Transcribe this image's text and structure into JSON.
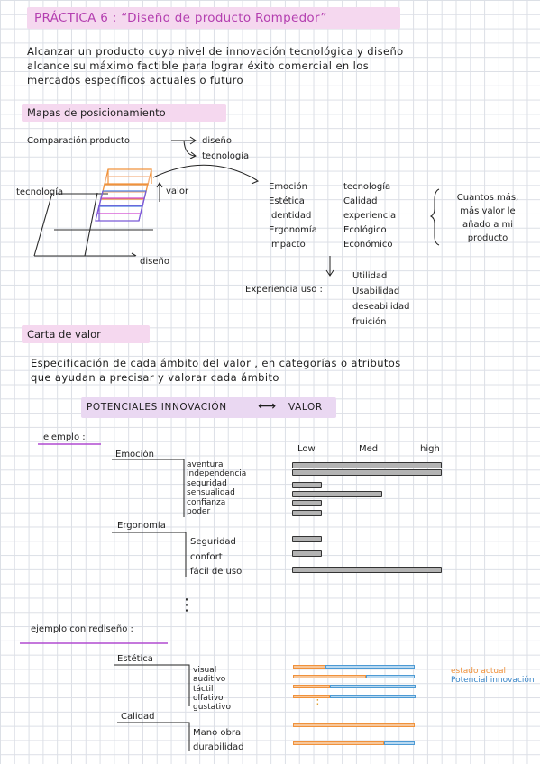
{
  "title": "PRÁCTICA 6 : “Diseño de producto Rompedor”",
  "intro": [
    "Alcanzar un producto cuyo nivel de innovación tecnológica y diseño",
    "alcance su máximo factible para lograr éxito comercial en los",
    "mercados específicos actuales o futuro"
  ],
  "section_maps": "Mapas de posicionamiento",
  "comparison": {
    "label": "Comparación producto",
    "targets": [
      "diseño",
      "tecnología"
    ]
  },
  "axes": {
    "y": "tecnología",
    "valor": "valor",
    "x": "diseño"
  },
  "attributes_left": [
    "Emoción",
    "Estética",
    "Identidad",
    "Ergonomía",
    "Impacto"
  ],
  "attributes_right": [
    "tecnología",
    "Calidad",
    "experiencia",
    "Ecológico",
    "Económico"
  ],
  "note": [
    "Cuantos más,",
    "más valor le",
    "añado a mi",
    "producto"
  ],
  "experience": {
    "label": "Experiencia uso :",
    "items": [
      "Utilidad",
      "Usabilidad",
      "deseabilidad",
      "fruición"
    ]
  },
  "section_value": "Carta de valor",
  "value_desc": [
    "Especificación de cada ámbito del valor , en categorías o atributos",
    "que ayudan a precisar y valorar cada ámbito"
  ],
  "potential": {
    "left": "POTENCIALES INNOVACIÓN",
    "arrow": "⟷",
    "right": "VALOR"
  },
  "example1": {
    "label": "ejemplo :",
    "scale": [
      "Low",
      "Med",
      "high"
    ],
    "groups": [
      {
        "name": "Emoción",
        "items": [
          {
            "label": "aventura",
            "value": 1.0
          },
          {
            "label": "independencia",
            "value": 1.0
          },
          {
            "label": "seguridad",
            "value": 0.19
          },
          {
            "label": "sensualidad",
            "value": 0.6
          },
          {
            "label": "confianza",
            "value": 0.19
          },
          {
            "label": "poder",
            "value": 0.19
          }
        ]
      },
      {
        "name": "Ergonomía",
        "items": [
          {
            "label": "Seguridad",
            "value": 0.19
          },
          {
            "label": "confort",
            "value": 0.19
          },
          {
            "label": "fácil de uso",
            "value": 1.0
          }
        ]
      }
    ]
  },
  "dots": "⋮",
  "example2": {
    "label": "ejemplo con rediseño :",
    "legend": {
      "current": "estado actual",
      "potential": "Potencial innovación",
      "current_color": "#f0923c",
      "potential_color": "#3a86c8"
    },
    "groups": [
      {
        "name": "Estética",
        "items": [
          {
            "label": "visual",
            "current": 0.27,
            "potential": 0.73
          },
          {
            "label": "auditivo",
            "current": 0.6,
            "potential": 0.4
          },
          {
            "label": "táctil",
            "current": 0.3,
            "potential": 0.7
          },
          {
            "label": "olfativo",
            "current": 0.3,
            "potential": 0.7
          },
          {
            "label": "gustativo",
            "current": 0,
            "potential": 0
          }
        ]
      },
      {
        "name": "Calidad",
        "items": [
          {
            "label": "Mano obra",
            "current": 1.0,
            "potential": 0
          },
          {
            "label": "durabilidad",
            "current": 0.75,
            "potential": 0.25
          }
        ]
      }
    ]
  }
}
